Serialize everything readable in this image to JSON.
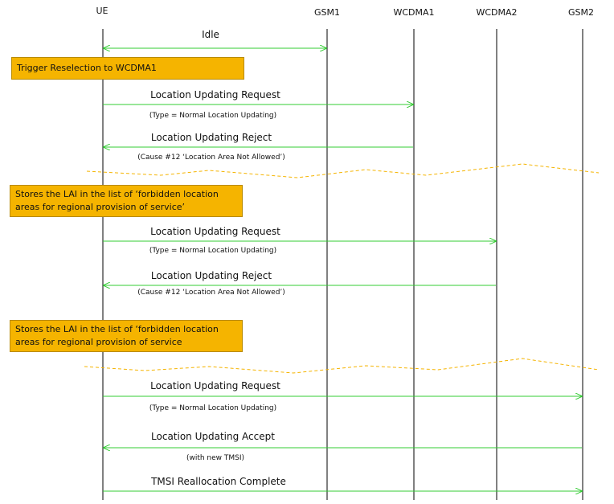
{
  "entities": [
    "UE",
    "GSM1",
    "WCDMA1",
    "WCDMA2",
    "GSM2"
  ],
  "colors": {
    "arrow": "#33cc33",
    "note_bg": "#f5b400",
    "note_border": "#b88a00",
    "separator": "#f5b400"
  },
  "messages": [
    {
      "label": "Idle",
      "sub": "",
      "from": "UE",
      "to": "GSM1",
      "bidirectional": true
    },
    {
      "label": "Location Updating Request",
      "sub": "(Type = Normal Location Updating)",
      "from": "UE",
      "to": "WCDMA1"
    },
    {
      "label": "Location Updating Reject",
      "sub": "(Cause #12 ‘Location Area Not Allowed’)",
      "from": "WCDMA1",
      "to": "UE"
    },
    {
      "label": "Location Updating Request",
      "sub": "(Type = Normal Location Updating)",
      "from": "UE",
      "to": "WCDMA2"
    },
    {
      "label": "Location Updating Reject",
      "sub": "(Cause #12 ‘Location Area Not Allowed’)",
      "from": "WCDMA2",
      "to": "UE"
    },
    {
      "label": "Location Updating Request",
      "sub": "(Type = Normal Location Updating)",
      "from": "UE",
      "to": "GSM2"
    },
    {
      "label": "Location Updating Accept",
      "sub": "(with new TMSI)",
      "from": "GSM2",
      "to": "UE"
    },
    {
      "label": "TMSI Reallocation Complete",
      "sub": "",
      "from": "UE",
      "to": "GSM2"
    }
  ],
  "notes": [
    "Trigger  Reselection to WCDMA1",
    "Stores the LAI in the list of ‘forbidden  location\nareas for regional  provision  of service’",
    "Stores the LAI in the list of ‘forbidden  location\nareas for regional  provision  of service"
  ]
}
